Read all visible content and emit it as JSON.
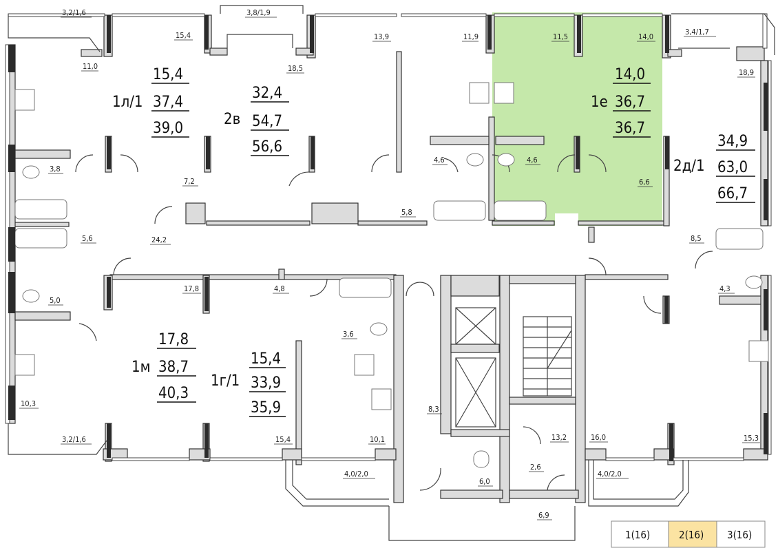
{
  "apartments": [
    {
      "name": "1л/1",
      "living": "15,4",
      "total": "37,4",
      "total_balcony": "39,0"
    },
    {
      "name": "2в",
      "living": "32,4",
      "total": "54,7",
      "total_balcony": "56,6"
    },
    {
      "name": "1е",
      "living": "14,0",
      "total": "36,7",
      "total_balcony": "36,7",
      "highlight": "#c5e8aa"
    },
    {
      "name": "2д/1",
      "living": "34,9",
      "total": "63,0",
      "total_balcony": "66,7"
    },
    {
      "name": "1м",
      "living": "17,8",
      "total": "38,7",
      "total_balcony": "40,3"
    },
    {
      "name": "1г/1",
      "living": "15,4",
      "total": "33,9",
      "total_balcony": "35,9"
    }
  ],
  "areas": [
    "3,2/1,6",
    "3,8/1,9",
    "3,4/1,7",
    "15,4",
    "13,9",
    "11,9",
    "11,5",
    "14,0",
    "11,0",
    "18,5",
    "18,9",
    "3,8",
    "7,2",
    "4,6",
    "4,6",
    "6,6",
    "5,8",
    "5,6",
    "24,2",
    "8,5",
    "17,8",
    "4,8",
    "4,3",
    "5,0",
    "3,6",
    "10,3",
    "8,3",
    "13,2",
    "16,0",
    "3,2/1,6",
    "15,4",
    "10,1",
    "15,3",
    "2,6",
    "4,0/2,0",
    "4,0/2,0",
    "6,0",
    "6,9"
  ],
  "tabs": [
    {
      "label": "1(16)",
      "active": false
    },
    {
      "label": "2(16)",
      "active": true
    },
    {
      "label": "3(16)",
      "active": false
    }
  ],
  "colors": {
    "highlight": "#c5e8aa",
    "active_tab": "#fbe3a2",
    "wall": "#dcdcdc"
  }
}
